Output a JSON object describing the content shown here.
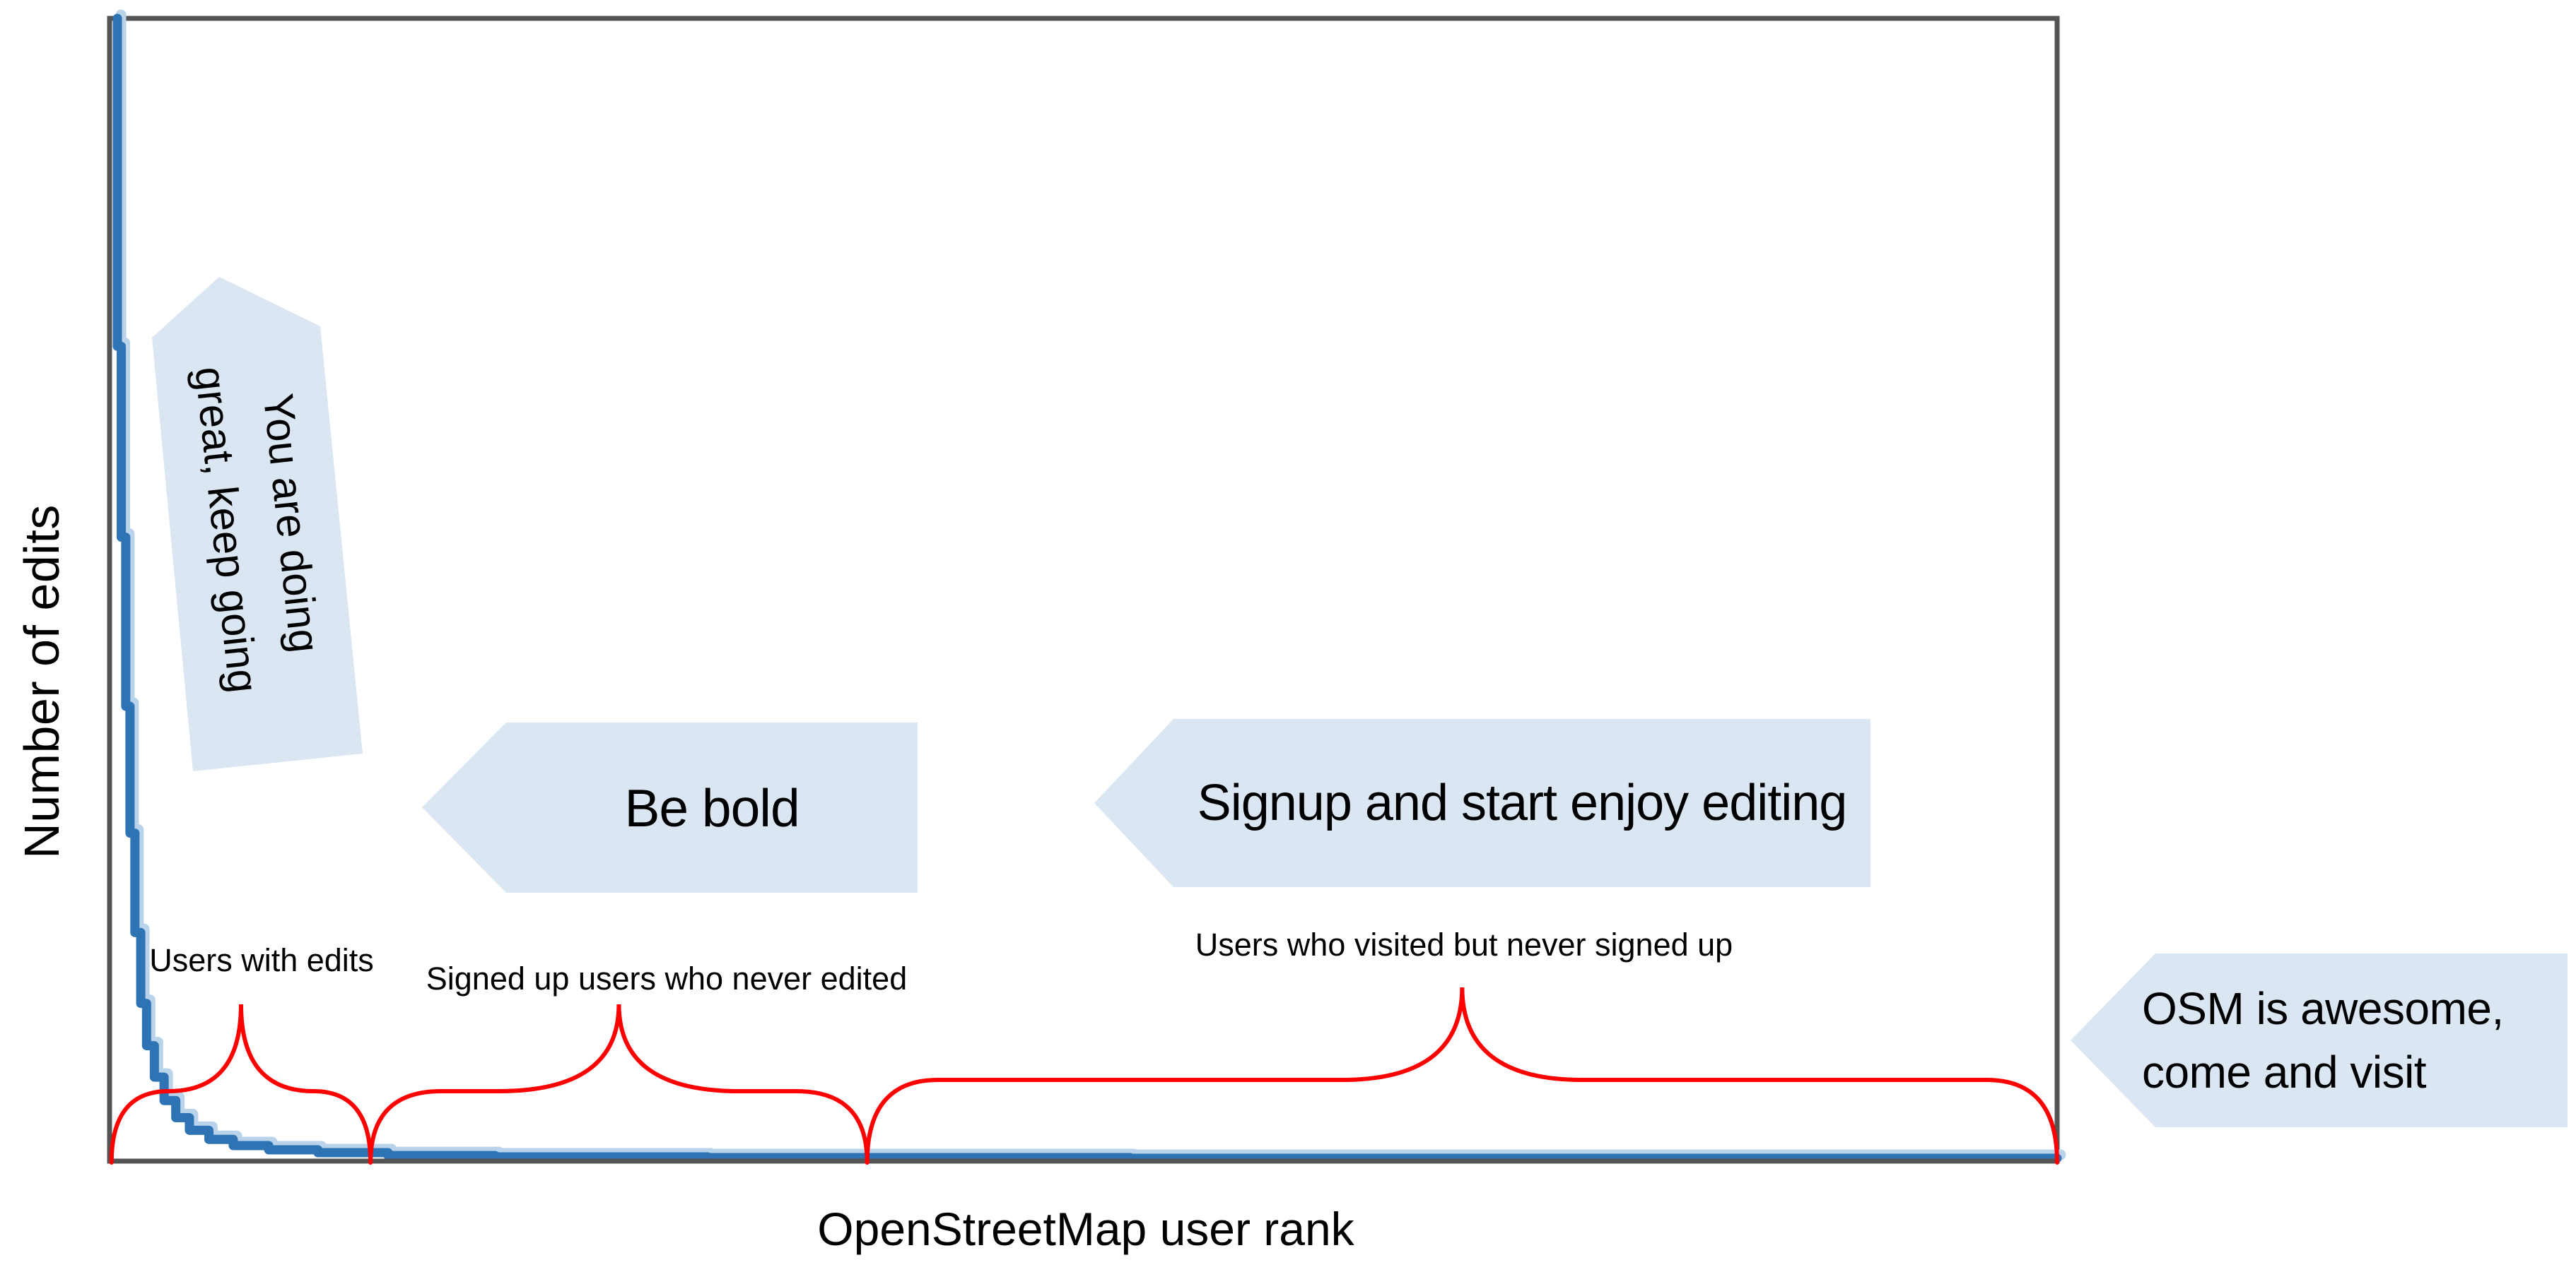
{
  "axes": {
    "y_label": "Number of edits",
    "x_label": "OpenStreetMap user rank"
  },
  "callouts": {
    "keep_going": "You are doing\ngreat, keep going",
    "be_bold": "Be bold",
    "signup": "Signup and start enjoy editing",
    "osm_line1": "OSM is awesome,",
    "osm_line2": "come and visit"
  },
  "colors": {
    "curve": "#2e74b5",
    "curve_halo": "#b9d3ea",
    "brace": "#ff0000",
    "axis": "#545454",
    "callout_fill": "#dbe6f3",
    "text": "#000000"
  },
  "chart_data": {
    "type": "line",
    "title": "",
    "xlabel": "OpenStreetMap user rank",
    "ylabel": "Number of edits",
    "x_tick_labels": [],
    "y_tick_labels": [],
    "xlim_norm": [
      0,
      1
    ],
    "ylim_norm": [
      0,
      1
    ],
    "grid": false,
    "legend": "none",
    "series": [
      {
        "name": "Number of edits by OpenStreetMap user rank (long-tail distribution, normalized)",
        "points": [
          [
            0.004,
            1.0
          ],
          [
            0.006,
            0.713
          ],
          [
            0.0083,
            0.546
          ],
          [
            0.0105,
            0.398
          ],
          [
            0.013,
            0.287
          ],
          [
            0.016,
            0.2
          ],
          [
            0.019,
            0.138
          ],
          [
            0.023,
            0.101
          ],
          [
            0.028,
            0.0735
          ],
          [
            0.034,
            0.053
          ],
          [
            0.041,
            0.038
          ],
          [
            0.051,
            0.027
          ],
          [
            0.0635,
            0.019
          ],
          [
            0.0817,
            0.0136
          ],
          [
            0.107,
            0.0099
          ],
          [
            0.143,
            0.0074
          ],
          [
            0.198,
            0.0049
          ],
          [
            0.307,
            0.0037
          ],
          [
            0.524,
            0.0031
          ],
          [
            1.0,
            0.0025
          ]
        ]
      }
    ],
    "segments": [
      {
        "label": "Users with edits",
        "from": 0.001,
        "to": 0.134
      },
      {
        "label": "Signed up users who never edited",
        "from": 0.134,
        "to": 0.389
      },
      {
        "label": "Users who visited but never signed up",
        "from": 0.389,
        "to": 1.0
      }
    ],
    "annotations": [
      "You are doing great, keep going",
      "Be bold",
      "Signup and start enjoy editing",
      "OSM is awesome, come and visit"
    ]
  }
}
